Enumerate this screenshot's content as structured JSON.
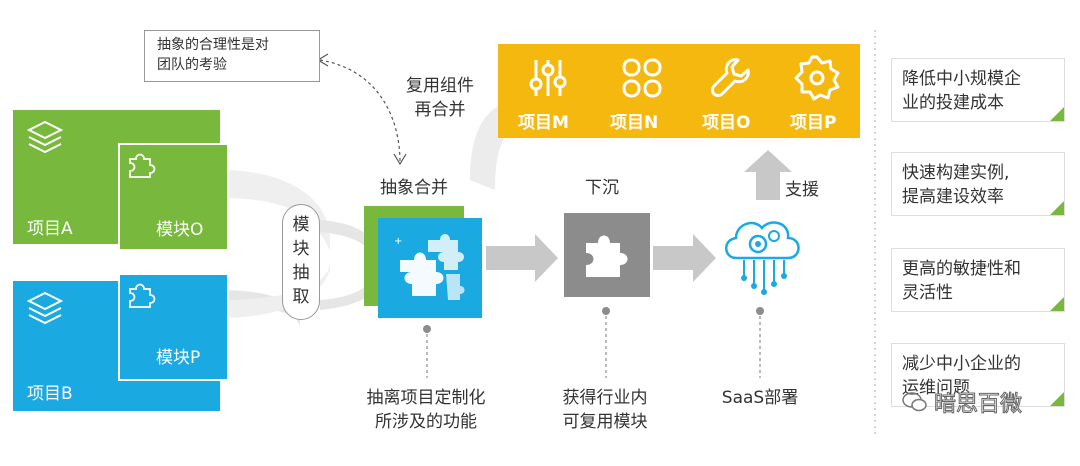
{
  "note": {
    "line1": "抽象的合理性是对",
    "line2": "团队的考验"
  },
  "projects": {
    "a": {
      "label": "项目A",
      "module": "模块O"
    },
    "b": {
      "label": "项目B",
      "module": "模块P"
    }
  },
  "extraction": [
    "模",
    "块",
    "抽",
    "取"
  ],
  "merge": {
    "title": "抽象合并",
    "caption_line1": "抽离项目定制化",
    "caption_line2": "所涉及的功能"
  },
  "reuse": {
    "line1": "复用组件",
    "line2": "再合并"
  },
  "sink": {
    "title": "下沉",
    "caption_line1": "获得行业内",
    "caption_line2": "可复用模块"
  },
  "saas": {
    "support": "支援",
    "caption": "SaaS部署"
  },
  "top_projects": [
    {
      "icon": "sliders-icon",
      "label": "项目M"
    },
    {
      "icon": "clover-icon",
      "label": "项目N"
    },
    {
      "icon": "wrench-icon",
      "label": "项目O"
    },
    {
      "icon": "gear-icon",
      "label": "项目P"
    }
  ],
  "benefits": [
    {
      "line1": "降低中小规模企",
      "line2": "业的投建成本"
    },
    {
      "line1": "快速构建实例,",
      "line2": "提高建设效率"
    },
    {
      "line1": "更高的敏捷性和",
      "line2": "灵活性"
    },
    {
      "line1": "减少中小企业的",
      "line2": "运维问题"
    }
  ],
  "watermark": "暗思百微",
  "colors": {
    "green": "#78b83c",
    "blue": "#1aa9e0",
    "yellow": "#f5b80e",
    "gray": "#8c8c8c"
  }
}
